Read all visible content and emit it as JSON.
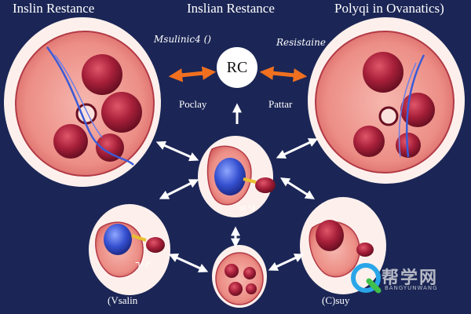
{
  "titles": {
    "left": "Inslin Restance",
    "center": "Inslian Restance",
    "right": "Polyqi in Ovanatics)"
  },
  "center_circle_label": "RC",
  "arrow_labels": {
    "left_top": "Msulinic4 ()",
    "right_top": "Resistaine",
    "left_bottom": "Poclay",
    "right_bottom": "Pattar"
  },
  "node_labels": {
    "middle_circle": "ol ¹4",
    "small_left_circle": "ᒣᵎᒡᒌ",
    "bottom_left": "(Vsalin",
    "bottom_right": "(C)suy"
  },
  "watermark": {
    "brand": "帮学网",
    "sub": "BANGYUNWANG"
  },
  "colors": {
    "background": "#1b2656",
    "arrow_orange": "#f07020",
    "arrow_white": "#ffffff",
    "tissue_red": "#b2283a",
    "tissue_pink": "#f2a9a3",
    "vessel_blue": "#3a5bd8",
    "circle_fill": "#fdf0ec"
  }
}
